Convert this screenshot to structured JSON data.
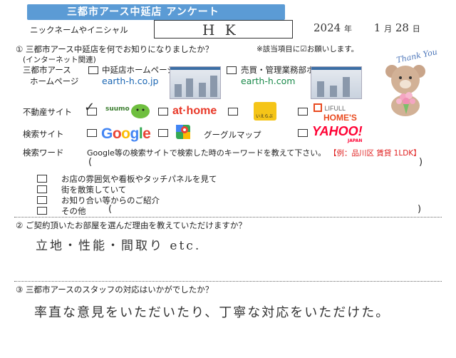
{
  "title": "三都市アース中延店 アンケート",
  "nickname": {
    "label": "ニックネームやイニシャル",
    "value": "H K"
  },
  "date": {
    "year": "2024",
    "year_unit": "年",
    "month": "1",
    "month_unit": "月",
    "day": "28",
    "day_unit": "日"
  },
  "q1": {
    "text": "① 三都市アース中延店を何でお知りになりましたか？",
    "note": "※該当項目に☑お願いします。",
    "sub": "(インターネット関連)",
    "homepage_label_1": "三都市アース",
    "homepage_label_2": "ホームページ",
    "shop_hp": "中延店ホームページ",
    "shop_url": "earth-h.co.jp",
    "sales_hp": "売買・管理業務部ホームページ",
    "sales_url": "earth-h.com",
    "realestate_label": "不動産サイト",
    "suumo": "suumo",
    "athome": "at·home",
    "ieshil": "いえらぶ",
    "lifull_top": "LIFULL",
    "lifull_bottom": "HOME'S",
    "search_label": "検索サイト",
    "google": "Google",
    "maps": "グーグルマップ",
    "yahoo": "YAHOO!",
    "yahoo_sub": "JAPAN",
    "keyword_label": "検索ワード",
    "keyword_text": "Google等の検索サイトで検索した時のキーワードを教えて下さい。",
    "keyword_example": "【例：品川区 賃貸 1LDK】",
    "paren_open": "(",
    "paren_close": ")",
    "other_1": "お店の雰囲気や看板やタッチパネルを見て",
    "other_2": "街を散策していて",
    "other_3": "お知り合い等からのご紹介",
    "other_4": "その他",
    "checked": "✓"
  },
  "thank_you": "Thank You",
  "q2": {
    "text": "② ご契約頂いたお部屋を選んだ理由を教えていただけますか？",
    "answer": "立地・性能・間取り etc."
  },
  "q3": {
    "text": "③ 三都市アースのスタッフの対応はいかがでしたか？",
    "answer": "率直な意見をいただいたり、丁寧な対応をいただけた。"
  }
}
